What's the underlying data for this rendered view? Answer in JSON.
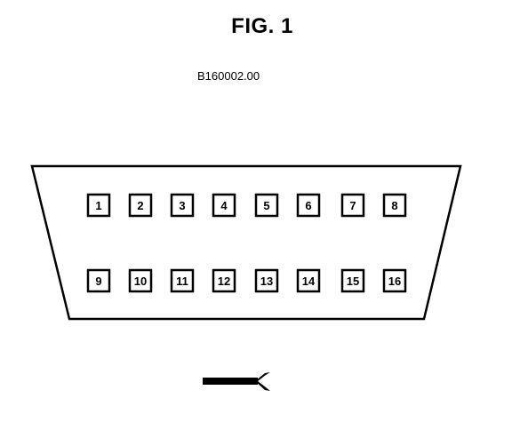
{
  "figure": {
    "title": "FIG. 1",
    "code": "B160002.00"
  },
  "connector": {
    "top_row_pins": [
      "1",
      "2",
      "3",
      "4",
      "5",
      "6",
      "7",
      "8"
    ],
    "bottom_row_pins": [
      "9",
      "10",
      "11",
      "12",
      "13",
      "14",
      "15",
      "16"
    ]
  },
  "colors": {
    "ink": "#000000",
    "paper": "#ffffff"
  },
  "icons": {
    "orientation_marker": "key-icon"
  }
}
